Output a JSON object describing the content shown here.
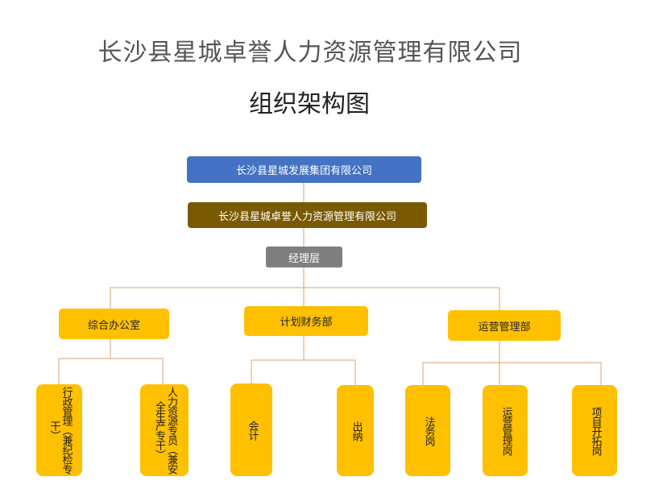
{
  "header": {
    "title": "长沙县星城卓誉人力资源管理有限公司",
    "subtitle": "组织架构图"
  },
  "colors": {
    "group": "#4472c4",
    "company": "#7a5a00",
    "management": "#7f7f7f",
    "unit": "#ffc000",
    "connector": "#d8a070"
  },
  "org": {
    "group": "长沙县星城发展集团有限公司",
    "company": "长沙县星城卓誉人力资源管理有限公司",
    "management": "经理层",
    "departments": [
      {
        "name": "综合办公室",
        "positions": [
          "行政管理（兼纪检专干）",
          "人力资源专员（兼安全生产专干）"
        ]
      },
      {
        "name": "计划财务部",
        "positions": [
          "会计",
          "出纳"
        ]
      },
      {
        "name": "运营管理部",
        "positions": [
          "法务岗",
          "运营管理岗",
          "项目开拓岗"
        ]
      }
    ]
  }
}
